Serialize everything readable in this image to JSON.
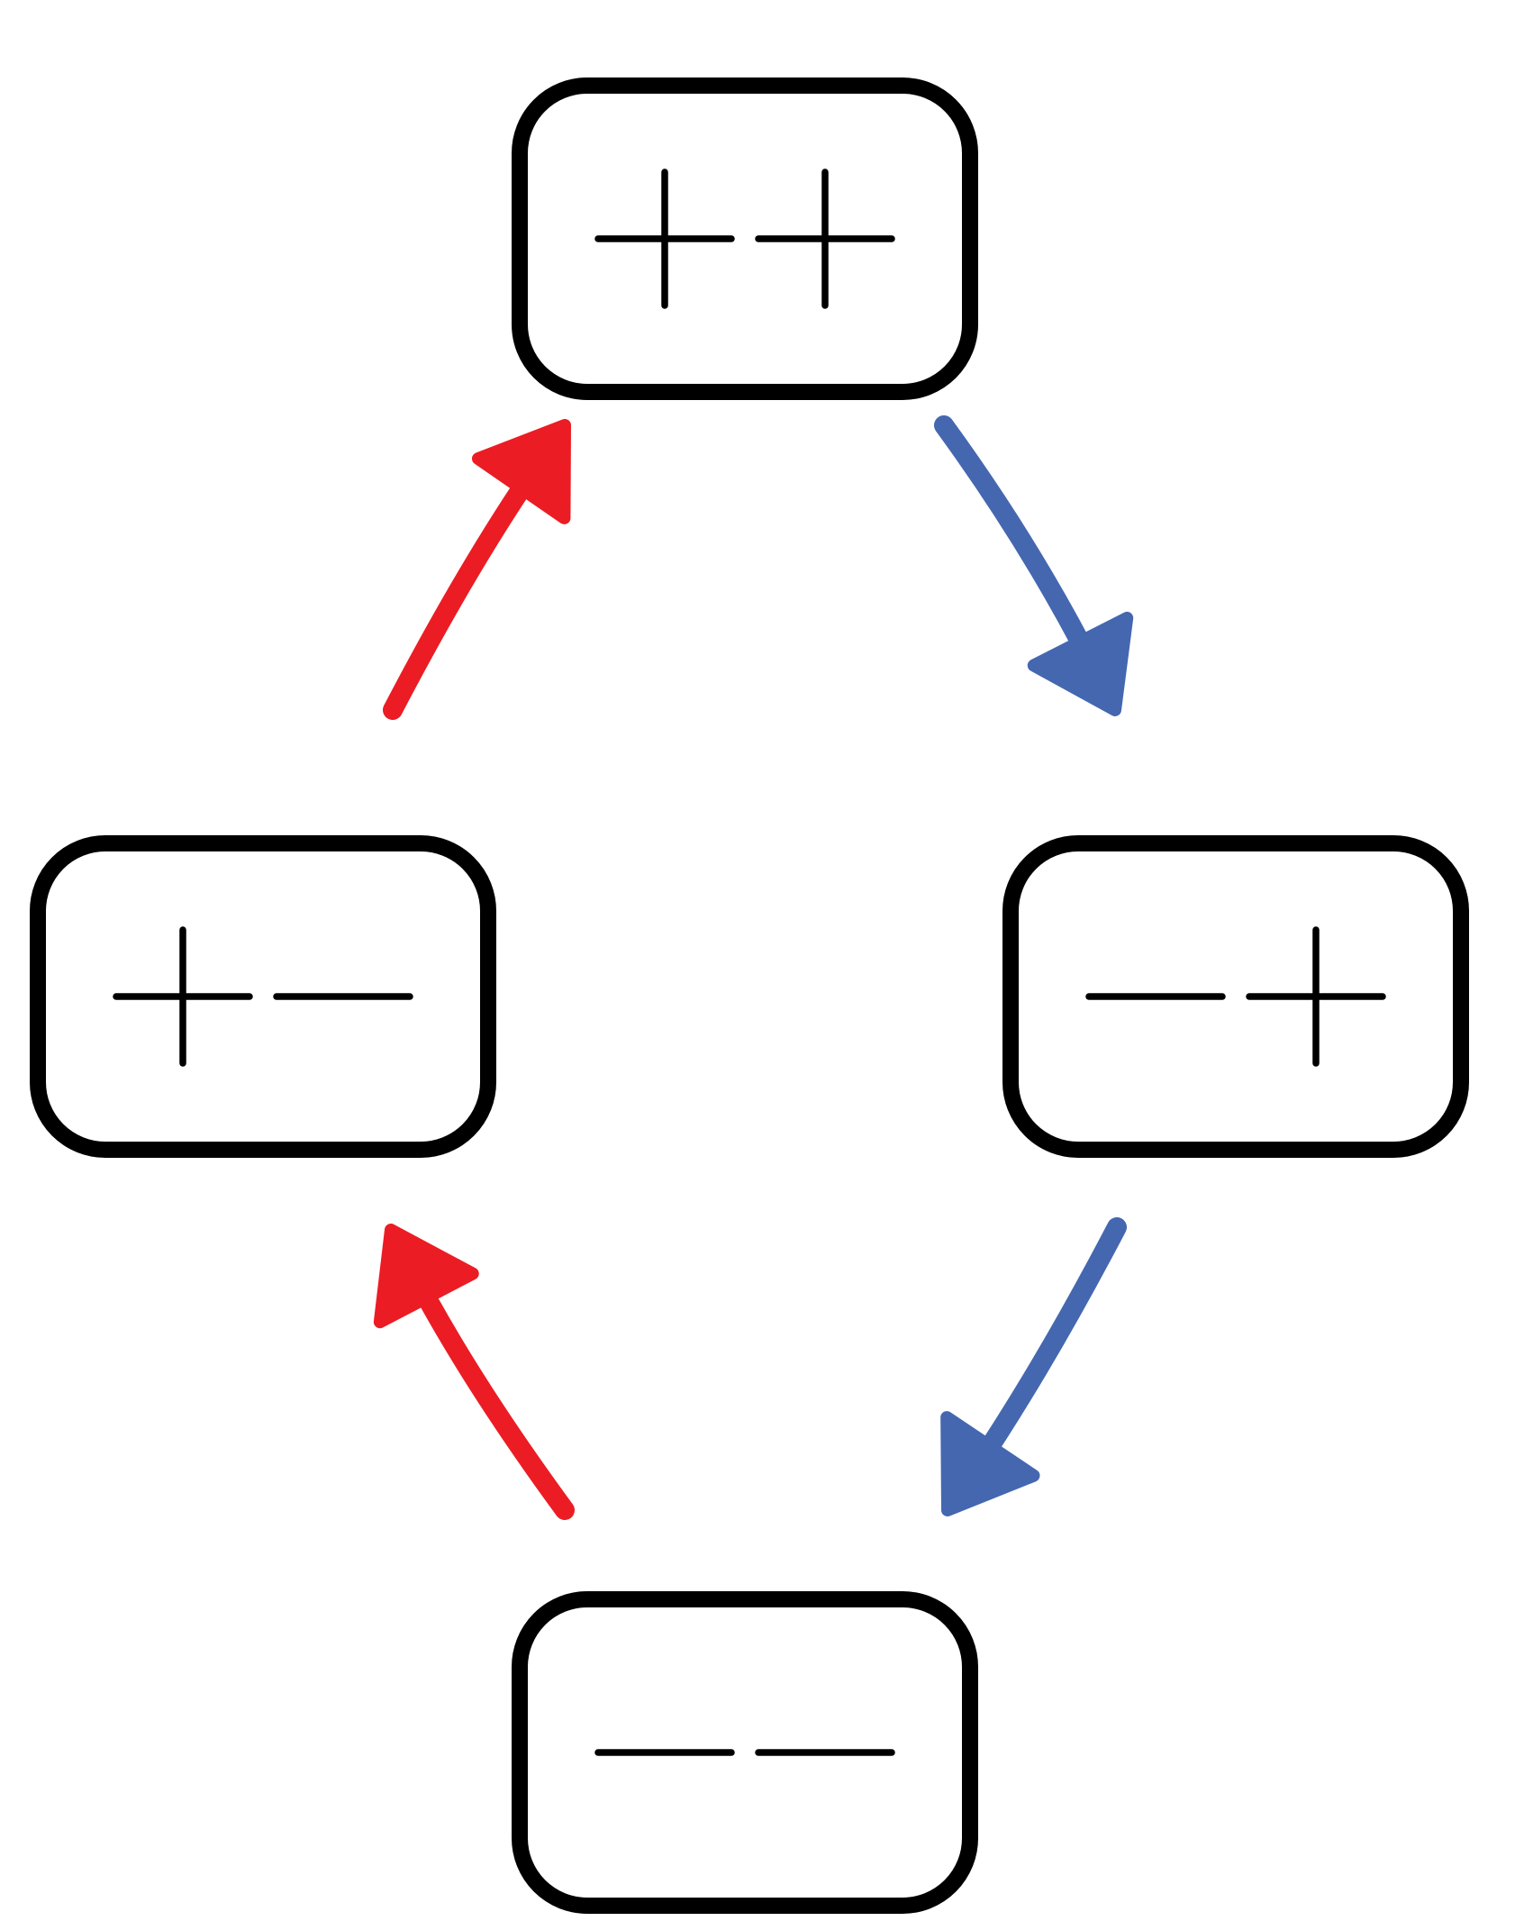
{
  "diagram": {
    "states": [
      {
        "id": "top",
        "label": "++",
        "signs": [
          "+",
          "+"
        ]
      },
      {
        "id": "right",
        "label": "−+",
        "signs": [
          "-",
          "+"
        ]
      },
      {
        "id": "bottom",
        "label": "−−",
        "signs": [
          "-",
          "-"
        ]
      },
      {
        "id": "left",
        "label": "+−",
        "signs": [
          "+",
          "-"
        ]
      }
    ],
    "transitions": [
      {
        "from": "top",
        "to": "right",
        "color": "#4467B0"
      },
      {
        "from": "right",
        "to": "bottom",
        "color": "#4467B0"
      },
      {
        "from": "bottom",
        "to": "left",
        "color": "#EC1C24"
      },
      {
        "from": "left",
        "to": "top",
        "color": "#EC1C24"
      }
    ],
    "colors": {
      "box_stroke": "#000000",
      "background": "#FFFFFF",
      "blue_arrow": "#4467B0",
      "red_arrow": "#EC1C24"
    }
  }
}
